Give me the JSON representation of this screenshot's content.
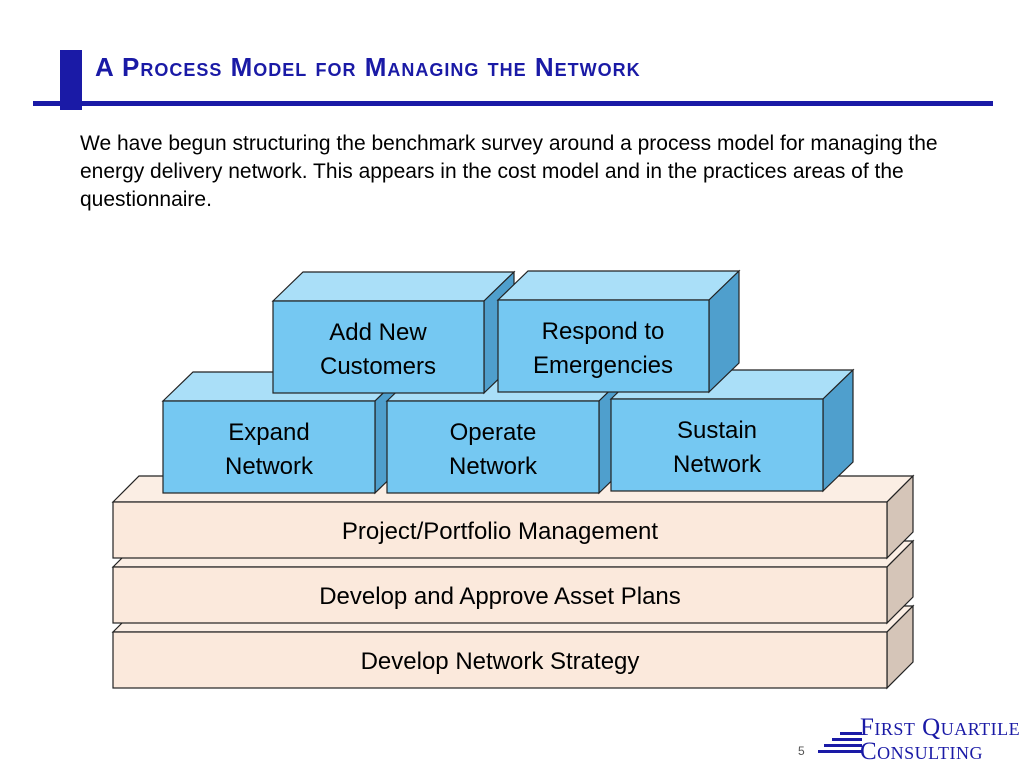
{
  "slide": {
    "title": "A Process Model for Managing the Network",
    "intro": "We have begun structuring the benchmark survey around a process model for managing the energy delivery network.  This appears in the cost model and in the practices areas of the questionnaire.",
    "page_number": "5"
  },
  "diagram": {
    "top_row": [
      {
        "line1": "Add New",
        "line2": "Customers"
      },
      {
        "line1": "Respond to",
        "line2": "Emergencies"
      }
    ],
    "middle_row": [
      {
        "line1": "Expand",
        "line2": "Network"
      },
      {
        "line1": "Operate",
        "line2": "Network"
      },
      {
        "line1": "Sustain",
        "line2": "Network"
      }
    ],
    "layers": [
      "Project/Portfolio Management",
      "Develop and Approve Asset Plans",
      "Develop Network Strategy"
    ],
    "colors": {
      "process_front": "#75c8f2",
      "process_top": "#aadff8",
      "process_side": "#4f9fcd",
      "layer_front": "#fbe9dc",
      "layer_top": "#fbeee4",
      "layer_side": "#d5c5b8"
    }
  },
  "logo": {
    "line1": "First Quartile",
    "line2": "Consulting",
    "color": "#1a1aa6"
  }
}
